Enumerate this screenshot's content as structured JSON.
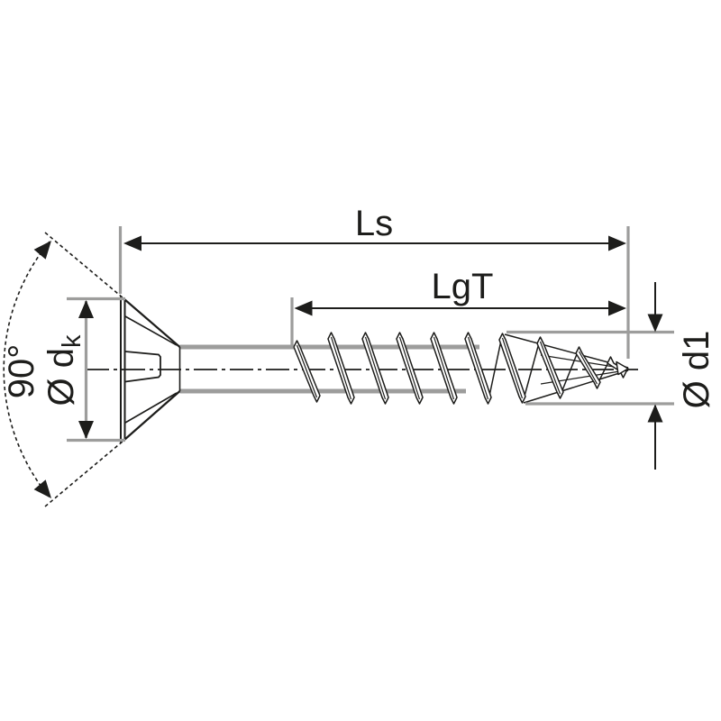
{
  "figure": {
    "type": "technical-drawing",
    "subject": "countersunk-wood-screw-side-view",
    "background": "#ffffff",
    "colors": {
      "line_black": "#1d1d1b",
      "line_gray": "#9d9d9c"
    },
    "dimensions": {
      "screw_length": {
        "label": "Ls"
      },
      "thread_length": {
        "label": "LgT"
      },
      "head_angle": {
        "label": "90°"
      },
      "head_diameter": {
        "label_base": "Ø d",
        "label_sub": "k"
      },
      "thread_diameter": {
        "label": "Ø d1"
      }
    }
  }
}
